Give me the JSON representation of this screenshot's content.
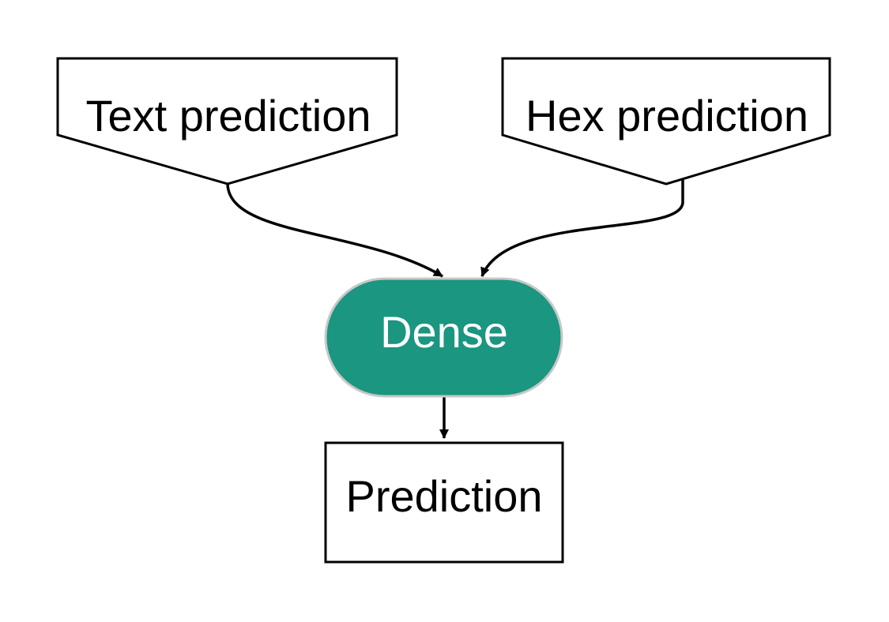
{
  "colors": {
    "background": "#ffffff",
    "stroke": "#000000",
    "dense_fill": "#1b9680",
    "dense_border": "#c8c8c8",
    "dense_text": "#ffffff",
    "text": "#000000"
  },
  "nodes": {
    "text_prediction": {
      "label": "Text prediction",
      "shape": "pentagon-down"
    },
    "hex_prediction": {
      "label": "Hex prediction",
      "shape": "pentagon-down"
    },
    "dense": {
      "label": "Dense",
      "shape": "stadium"
    },
    "prediction": {
      "label": "Prediction",
      "shape": "rectangle"
    }
  },
  "edges": [
    {
      "from": "Text prediction",
      "to": "Dense"
    },
    {
      "from": "Hex prediction",
      "to": "Dense"
    },
    {
      "from": "Dense",
      "to": "Prediction"
    }
  ]
}
